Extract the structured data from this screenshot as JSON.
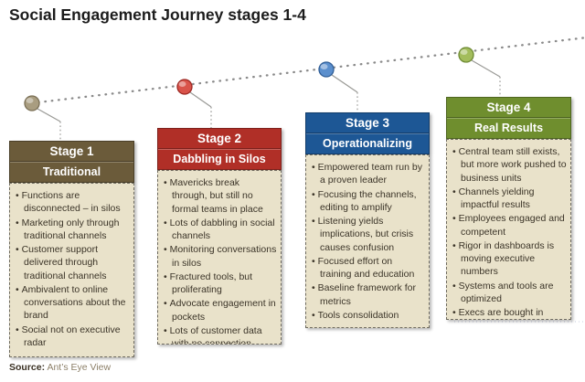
{
  "title": "Social Engagement Journey stages 1-4",
  "source": {
    "label": "Source:",
    "value": "Ant’s Eye View"
  },
  "colors": {
    "background": "#ffffff",
    "body_bg": "#e9e2ca",
    "body_border": "#6e6a5e",
    "dotted_trend_line": "#8a8a8a",
    "connector_line": "#9a9a96",
    "body_text": "#3b3428",
    "header_text": "#ffffff",
    "title_text": "#1c1c1c"
  },
  "stages": [
    {
      "label": "Stage 1",
      "subtitle": "Traditional",
      "header_color": "#6b5b3a",
      "header_border": "#4a3f28",
      "ball_fill": "#a99d80",
      "ball_stroke": "#7a6f55",
      "bullets": [
        "Functions are disconnected – in silos",
        "Marketing only through traditional channels",
        "Customer support delivered through traditional channels",
        "Ambivalent to online conversations about the brand",
        "Social not on executive radar"
      ]
    },
    {
      "label": "Stage 2",
      "subtitle": "Dabbling in Silos",
      "header_color": "#b02f27",
      "header_border": "#7d201b",
      "ball_fill": "#d9534a",
      "ball_stroke": "#9c2722",
      "bullets": [
        "Mavericks break through, but still no formal teams in place",
        "Lots of dabbling in social channels",
        "Monitoring conversations in silos",
        "Fractured tools, but proliferating",
        "Advocate engagement in pockets",
        "Lots of customer data with no connection"
      ]
    },
    {
      "label": "Stage 3",
      "subtitle": "Operationalizing",
      "header_color": "#1d5795",
      "header_border": "#123c69",
      "ball_fill": "#5b8fcd",
      "ball_stroke": "#2f5d96",
      "bullets": [
        "Empowered team run by a proven leader",
        "Focusing the channels, editing to amplify",
        "Listening yields implications, but crisis causes confusion",
        "Focused effort on training and education",
        "Baseline framework for metrics",
        "Tools consolidation"
      ]
    },
    {
      "label": "Stage 4",
      "subtitle": "Real Results",
      "header_color": "#6f8e2e",
      "header_border": "#4e6520",
      "ball_fill": "#a3bd5c",
      "ball_stroke": "#6d8a33",
      "bullets": [
        "Central team still exists, but more work pushed to business units",
        "Channels yielding impactful results",
        "Employees engaged and competent",
        "Rigor in dashboards is moving executive numbers",
        "Systems and tools are optimized",
        "Execs are bought in"
      ]
    }
  ]
}
